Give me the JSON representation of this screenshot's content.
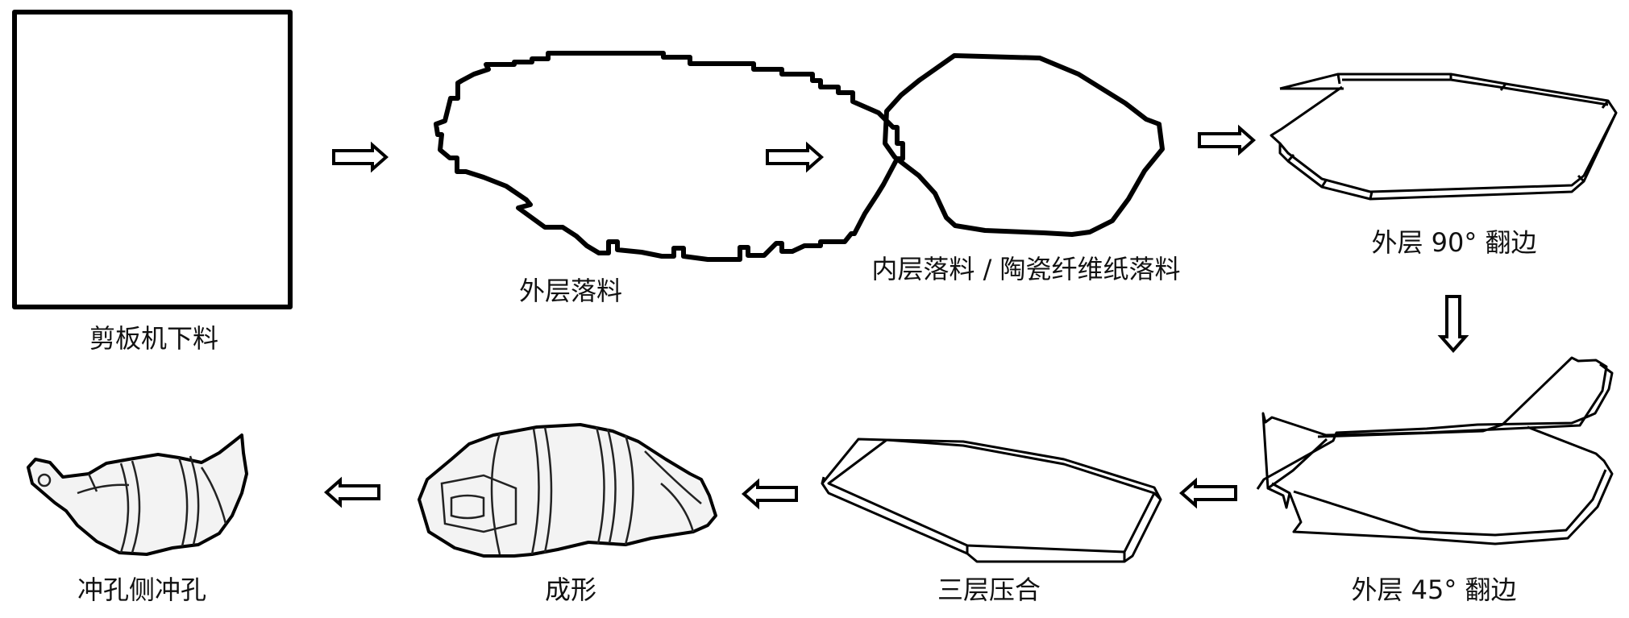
{
  "diagram": {
    "steps": [
      {
        "id": "s1",
        "label": "剪板机下料"
      },
      {
        "id": "s2",
        "label": "外层落料"
      },
      {
        "id": "s3",
        "label": "内层落料 / 陶瓷纤维纸落料"
      },
      {
        "id": "s4",
        "label": "外层 90° 翻边"
      },
      {
        "id": "s5",
        "label": "外层 45° 翻边"
      },
      {
        "id": "s6",
        "label": "三层压合"
      },
      {
        "id": "s7",
        "label": "成形"
      },
      {
        "id": "s8",
        "label": "冲孔侧冲孔"
      }
    ],
    "arrows": [
      {
        "from": "s1",
        "to": "s2",
        "direction": "right"
      },
      {
        "from": "s2",
        "to": "s3",
        "direction": "right"
      },
      {
        "from": "s3",
        "to": "s4",
        "direction": "right"
      },
      {
        "from": "s4",
        "to": "s5",
        "direction": "down"
      },
      {
        "from": "s5",
        "to": "s6",
        "direction": "left"
      },
      {
        "from": "s6",
        "to": "s7",
        "direction": "left"
      },
      {
        "from": "s7",
        "to": "s8",
        "direction": "left"
      }
    ]
  }
}
